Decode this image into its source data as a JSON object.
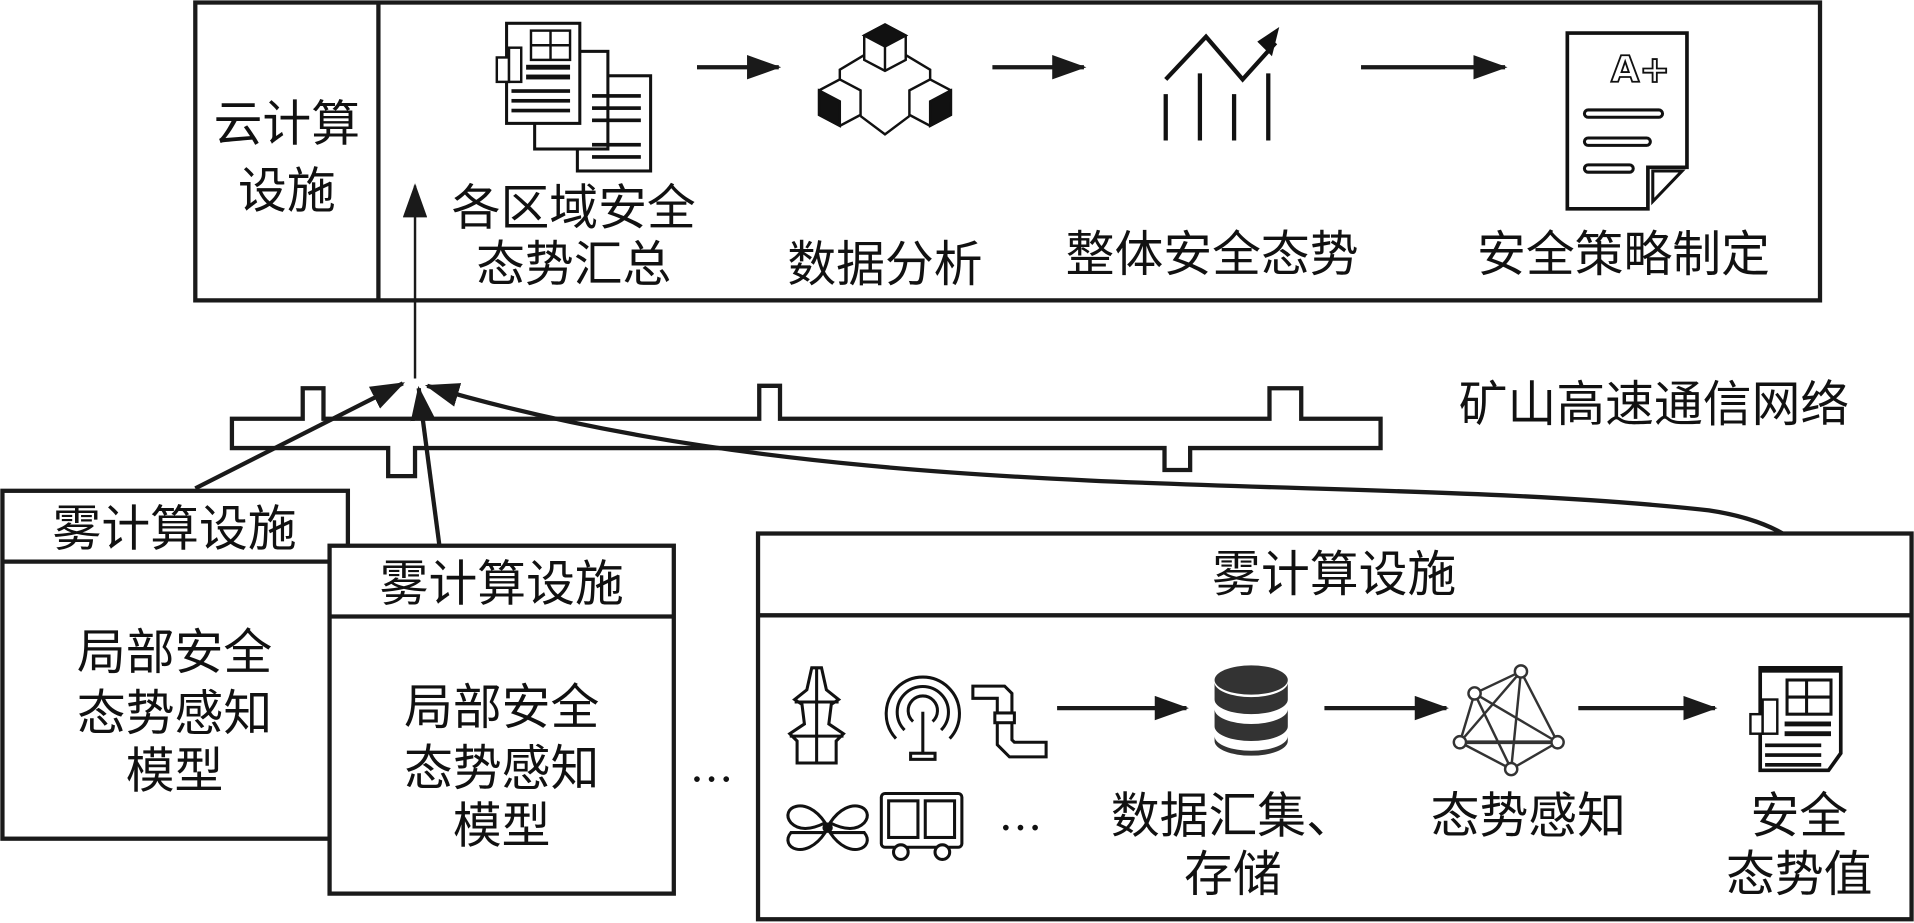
{
  "cloud": {
    "label_line1": "云计算",
    "label_line2": "设施",
    "steps": [
      {
        "icon": "report-documents-icon",
        "line1": "各区域安全",
        "line2": "态势汇总"
      },
      {
        "icon": "cubes-network-icon",
        "line1": "数据分析",
        "line2": ""
      },
      {
        "icon": "trend-chart-icon",
        "line1": "整体安全态势",
        "line2": ""
      },
      {
        "icon": "graded-document-icon",
        "line1": "安全策略制定",
        "line2": "",
        "badge": "A+"
      }
    ]
  },
  "network": {
    "label": "矿山高速通信网络"
  },
  "fog_small": [
    {
      "title": "雾计算设施",
      "line1": "局部安全",
      "line2": "态势感知",
      "line3": "模型"
    },
    {
      "title": "雾计算设施",
      "line1": "局部安全",
      "line2": "态势感知",
      "line3": "模型"
    }
  ],
  "ellipsis": "…",
  "fog_large": {
    "title": "雾计算设施",
    "devices": [
      {
        "icon": "power-tower-icon"
      },
      {
        "icon": "antenna-signal-icon"
      },
      {
        "icon": "pipe-icon"
      },
      {
        "icon": "fan-icon"
      },
      {
        "icon": "mine-cart-icon"
      }
    ],
    "devices_more": "…",
    "step_collect": {
      "line1": "数据汇集、",
      "line2": "存储"
    },
    "step_sense": {
      "line1": "态势感知"
    },
    "step_value": {
      "line1": "安全",
      "line2": "态势值"
    }
  }
}
